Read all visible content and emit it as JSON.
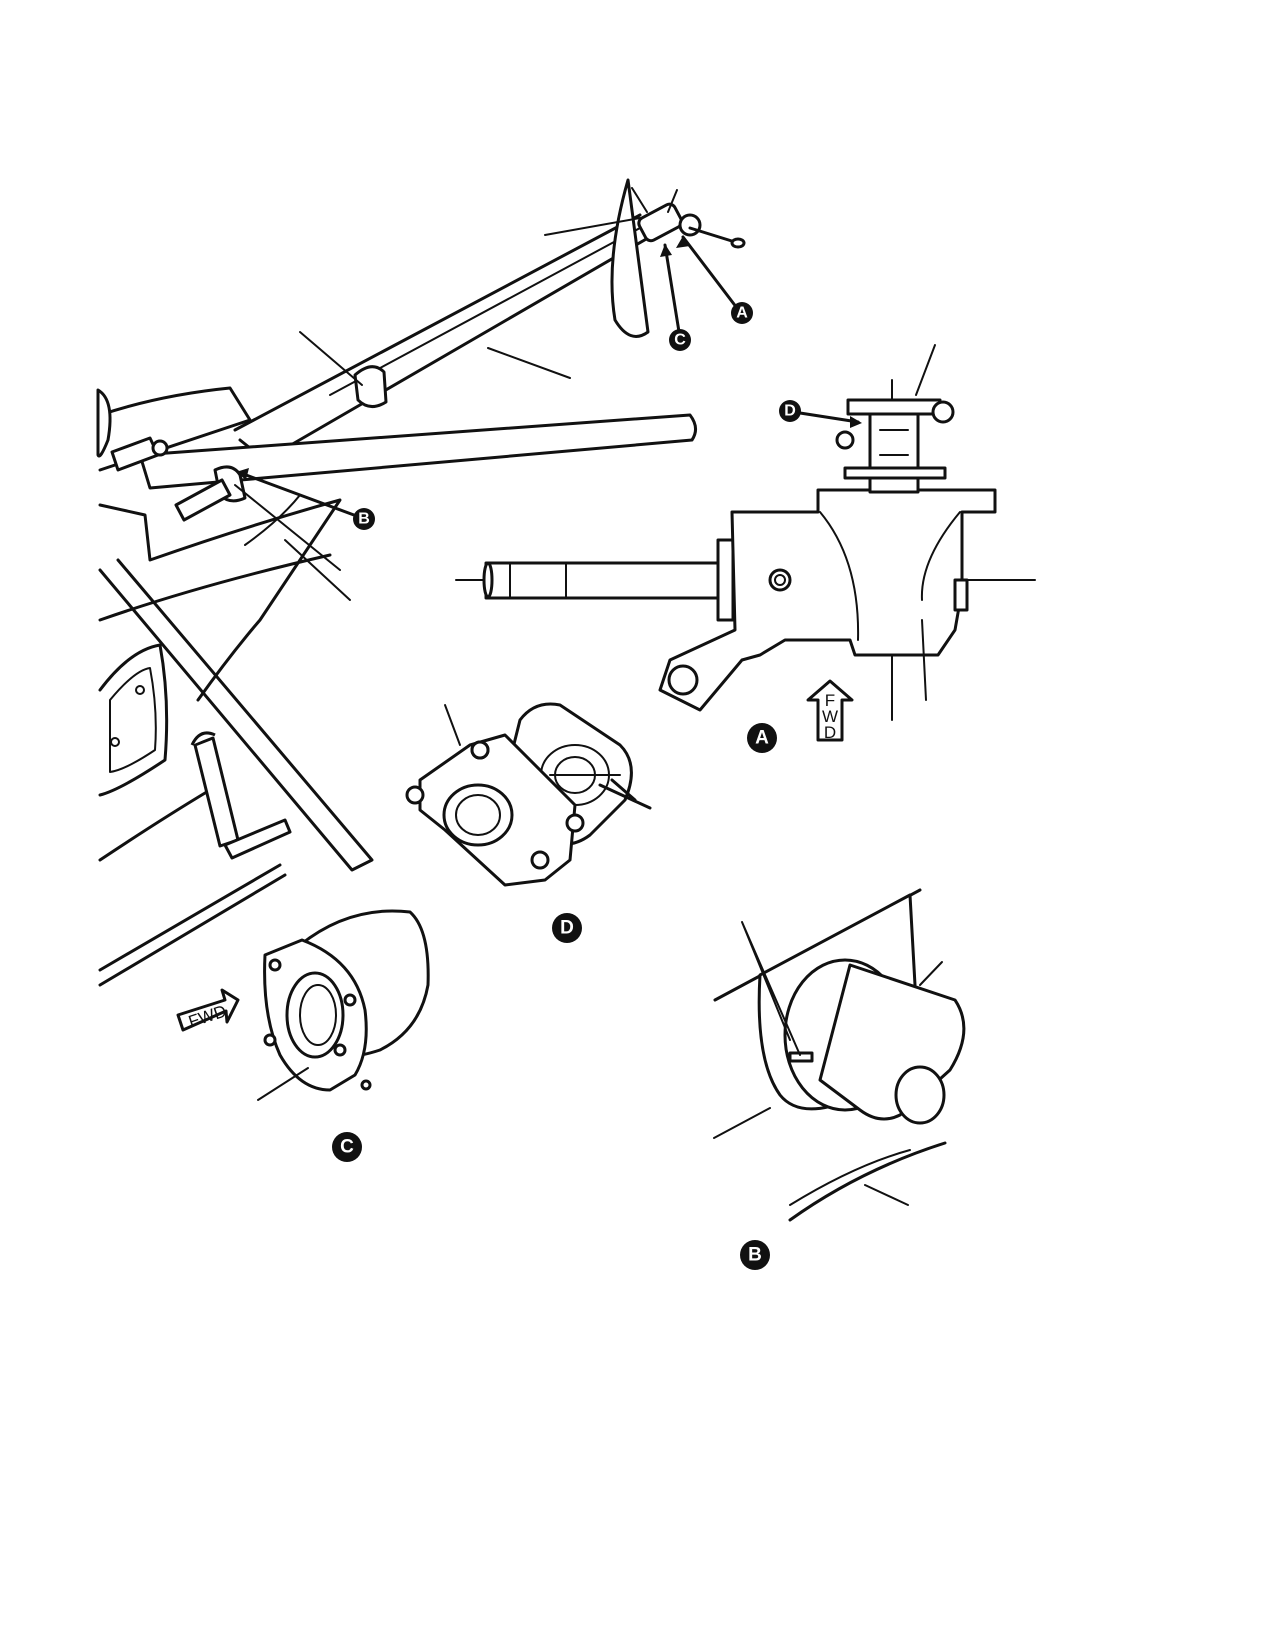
{
  "figure": {
    "callouts": {
      "a_small": "A",
      "b_small": "B",
      "c_small": "C",
      "d_small": "D",
      "a_view": "A",
      "b_view": "B",
      "c_view": "C",
      "d_view": "D"
    },
    "fwd_indicators": {
      "view_a_letters": [
        "F",
        "W",
        "D"
      ],
      "view_c_label": "FWD"
    }
  }
}
